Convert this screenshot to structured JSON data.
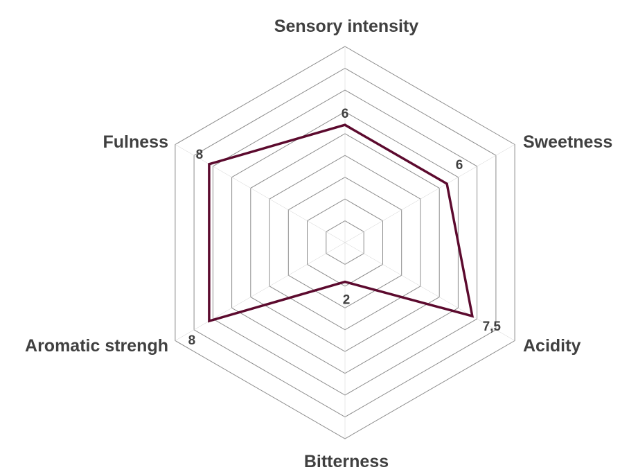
{
  "chart_data": {
    "type": "radar",
    "categories": [
      "Sensory intensity",
      "Sweetness",
      "Acidity",
      "Bitterness",
      "Aromatic strengh",
      "Fulness"
    ],
    "values": [
      6,
      6,
      7.5,
      2,
      8,
      8
    ],
    "value_labels": [
      "6",
      "6",
      "7,5",
      "2",
      "8",
      "8"
    ],
    "range": [
      0,
      10
    ],
    "grid_rings": 9,
    "legend": "none",
    "colors": {
      "series": "#5c0a2e",
      "grid": "#8c8c8c",
      "label_text": "#404040"
    }
  }
}
